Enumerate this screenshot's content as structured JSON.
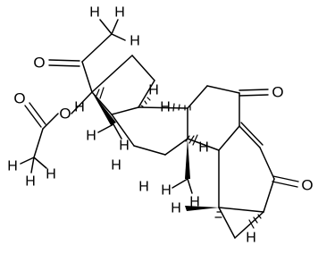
{
  "molecule": {
    "atoms": {
      "o_ketone_c20": "O",
      "o_ester_link": "O",
      "o_acetyl_carbonyl": "O",
      "o_ketone_c7": "O",
      "o_ketone_c3": "O",
      "stereo_h_c17": "H",
      "stereo_h_c14": "H",
      "stereo_h_c8": "H",
      "stereo_h_c9": "H",
      "stereo_h_c1": "H",
      "stereo_h_c2": "H"
    },
    "fragments": {
      "methyl_c21": "H",
      "methyl_c18": "H",
      "methyl_c19": "H",
      "methyl_acetyl": "H"
    }
  }
}
